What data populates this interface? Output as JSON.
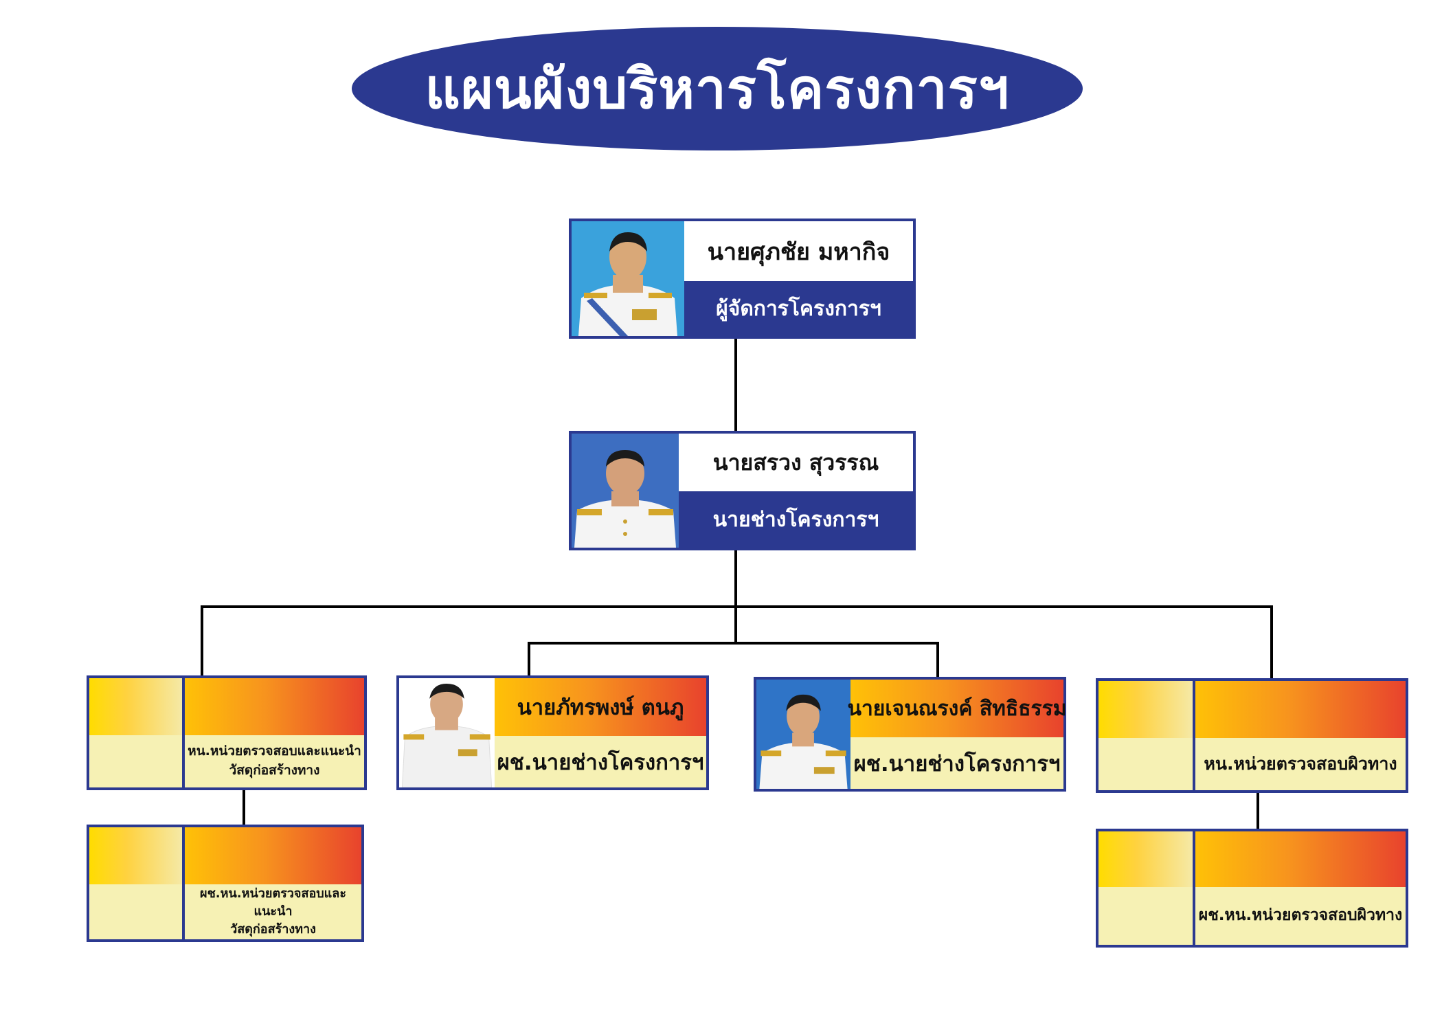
{
  "title": "แผนผังบริหารโครงการฯ",
  "colors": {
    "navy": "#2b3990",
    "cream": "#f6f1b4",
    "orange": "#f7931e",
    "red": "#e8432d",
    "yellow": "#ffd200"
  },
  "manager": {
    "name": "นายศุภชัย  มหากิจ",
    "role": "ผู้จัดการโครงการฯ",
    "photo_icon": "person-photo-icon"
  },
  "engineer": {
    "name": "นายสรวง  สุวรรณ",
    "role": "นายช่างโครงการฯ",
    "photo_icon": "person-photo-icon"
  },
  "assistants": [
    {
      "name": "นายภัทรพงษ์  ตนภู",
      "role": "ผช.นายช่างโครงการฯ"
    },
    {
      "name": "นายเจนณรงค์  สิทธิธรรม",
      "role": "ผช.นายช่างโครงการฯ"
    }
  ],
  "left_units": [
    {
      "line1": "หน.หน่วยตรวจสอบและแนะนำ",
      "line2": "วัสดุก่อสร้างทาง"
    },
    {
      "line1": "ผช.หน.หน่วยตรวจสอบและแนะนำ",
      "line2": "วัสดุก่อสร้างทาง"
    }
  ],
  "right_units": [
    {
      "line1": "หน.หน่วยตรวจสอบผิวทาง"
    },
    {
      "line1": "ผช.หน.หน่วยตรวจสอบผิวทาง"
    }
  ]
}
